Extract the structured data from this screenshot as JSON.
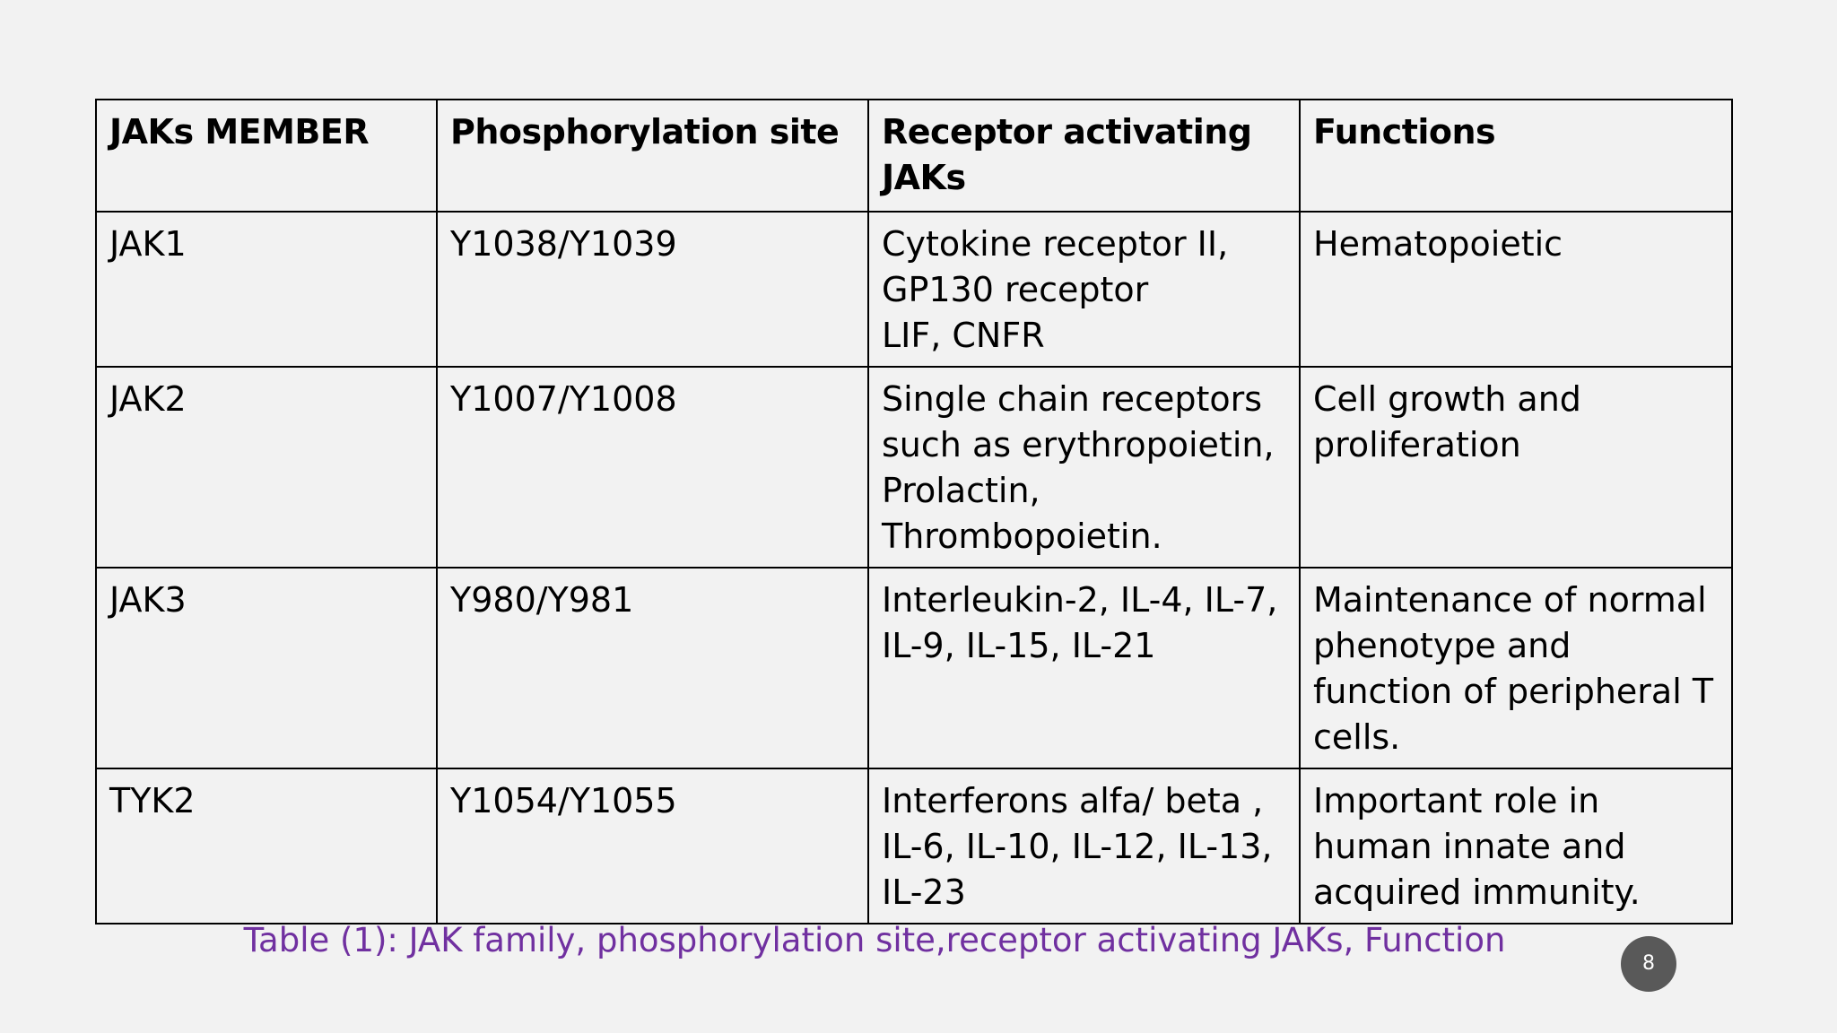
{
  "table": {
    "headers": [
      "JAKs MEMBER",
      "Phosphorylation site",
      "Receptor activating JAKs",
      "Functions"
    ],
    "rows": [
      {
        "member": "JAK1",
        "site": "Y1038/Y1039",
        "receptor_lines": [
          "Cytokine receptor II,",
          "GP130 receptor",
          "LIF, CNFR"
        ],
        "function": "Hematopoietic"
      },
      {
        "member": "JAK2",
        "site": "Y1007/Y1008",
        "receptor_lines": [
          "Single chain receptors such as erythropoietin, Prolactin, Thrombopoietin."
        ],
        "function": "Cell growth and proliferation"
      },
      {
        "member": "JAK3",
        "site": "Y980/Y981",
        "receptor_lines": [
          "Interleukin-2, IL-4, IL-7, IL-9, IL-15, IL-21"
        ],
        "function": "Maintenance of normal phenotype and function of peripheral T cells."
      },
      {
        "member": "TYK2",
        "site": "Y1054/Y1055",
        "receptor_lines": [
          "Interferons alfa/ beta ,",
          "IL-6, IL-10, IL-12, IL-13,",
          "IL-23"
        ],
        "function": "Important role in human innate and acquired immunity."
      }
    ]
  },
  "caption": "Table (1): JAK family, phosphorylation site,receptor activating JAKs, Function",
  "page_number": "8",
  "colors": {
    "background": "#f2f2f2",
    "caption": "#7030a0",
    "page_badge": "#595959"
  }
}
